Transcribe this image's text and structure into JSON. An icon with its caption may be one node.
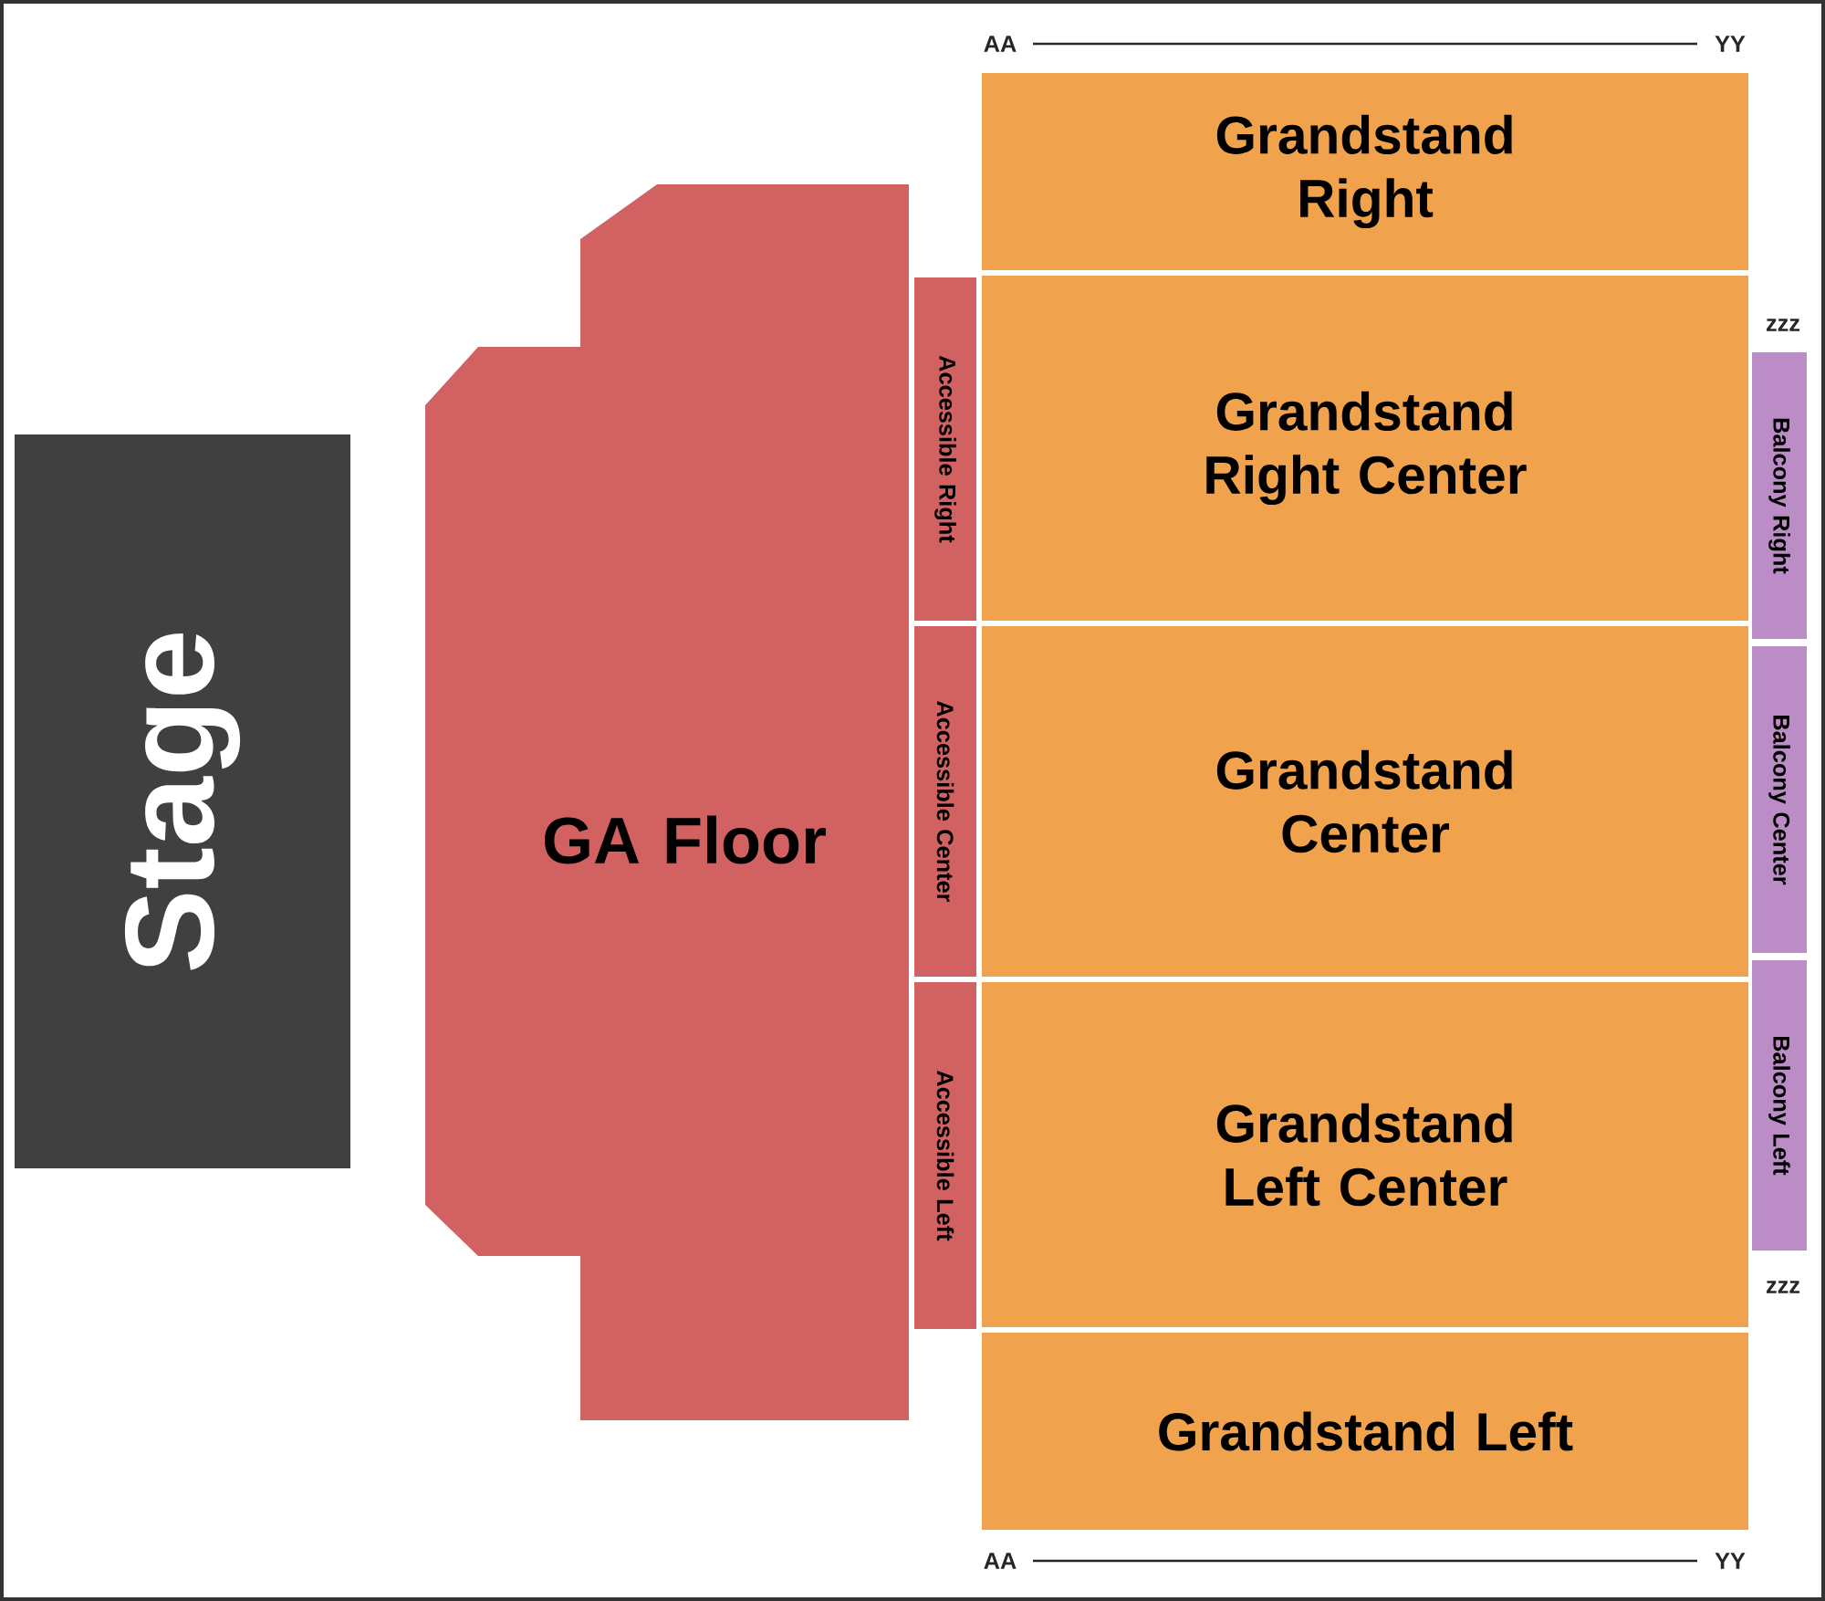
{
  "diagram": {
    "nodes": [
      {
        "text": [
          "Stage"
        ]
      },
      {
        "text": [
          "GA Floor"
        ]
      },
      {
        "text": [
          "Grandstand Right"
        ]
      },
      {
        "text": [
          "Grandstand Right Center"
        ]
      },
      {
        "text": [
          "Grandstand Center"
        ]
      },
      {
        "text": [
          "Grandstand Left Center"
        ]
      },
      {
        "text": [
          "Grandstand Left"
        ]
      },
      {
        "text": [
          "Accessible Right"
        ]
      },
      {
        "text": [
          "Accessible Center"
        ]
      },
      {
        "text": [
          "Accessible Left"
        ]
      },
      {
        "text": [
          "Balcony Right"
        ]
      },
      {
        "text": [
          "Balcony Center"
        ]
      },
      {
        "text": [
          "Balcony Left"
        ]
      }
    ],
    "labels": [
      "AA",
      "YY",
      "zzz",
      "zzz",
      "AA",
      "YY"
    ]
  }
}
